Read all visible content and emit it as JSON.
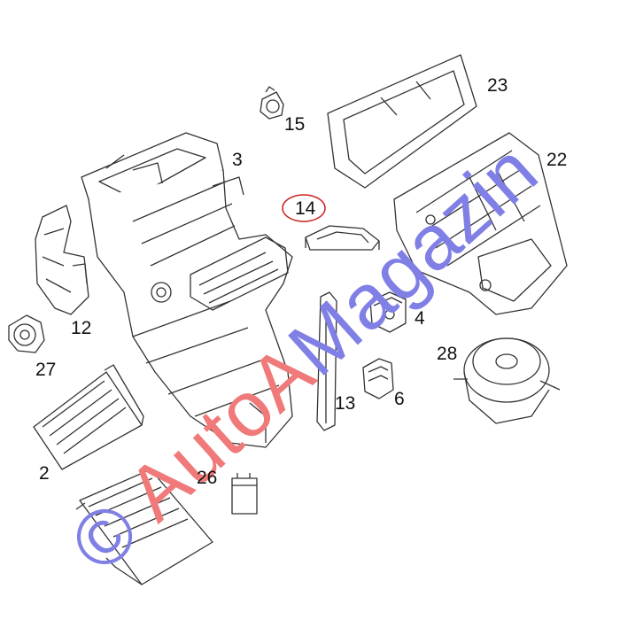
{
  "labels": {
    "p2": "2",
    "p3": "3",
    "p4": "4",
    "p6": "6",
    "p12": "12",
    "p13": "13",
    "p14": "14",
    "p15": "15",
    "p22": "22",
    "p23": "23",
    "p26": "26",
    "p27": "27",
    "p28": "28"
  },
  "watermark": {
    "copyright": "©",
    "part_a": "AutoA",
    "part_b": "Magazin"
  },
  "colors": {
    "line": "#333333",
    "highlight_circle": "#cc2222",
    "watermark_red": "#f07a7a",
    "watermark_blue": "#7f7fe6"
  }
}
